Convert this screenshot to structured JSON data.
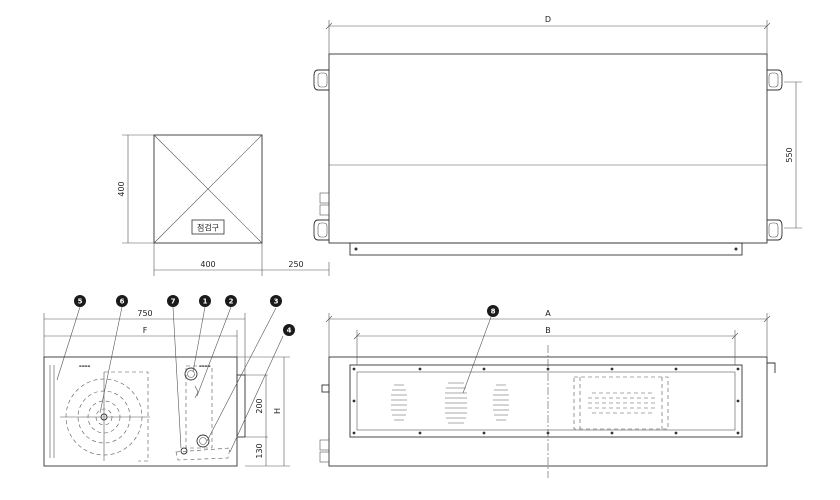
{
  "dimensions": {
    "d": "D",
    "h550": "550",
    "s400w": "400",
    "s400h": "400",
    "gap250": "250",
    "w750": "750",
    "f": "F",
    "h200": "200",
    "h130": "130",
    "h": "H",
    "a": "A",
    "b": "B"
  },
  "labels": {
    "inspection_port": "점검구"
  },
  "callouts": [
    "1",
    "2",
    "3",
    "4",
    "5",
    "6",
    "7",
    "8"
  ]
}
